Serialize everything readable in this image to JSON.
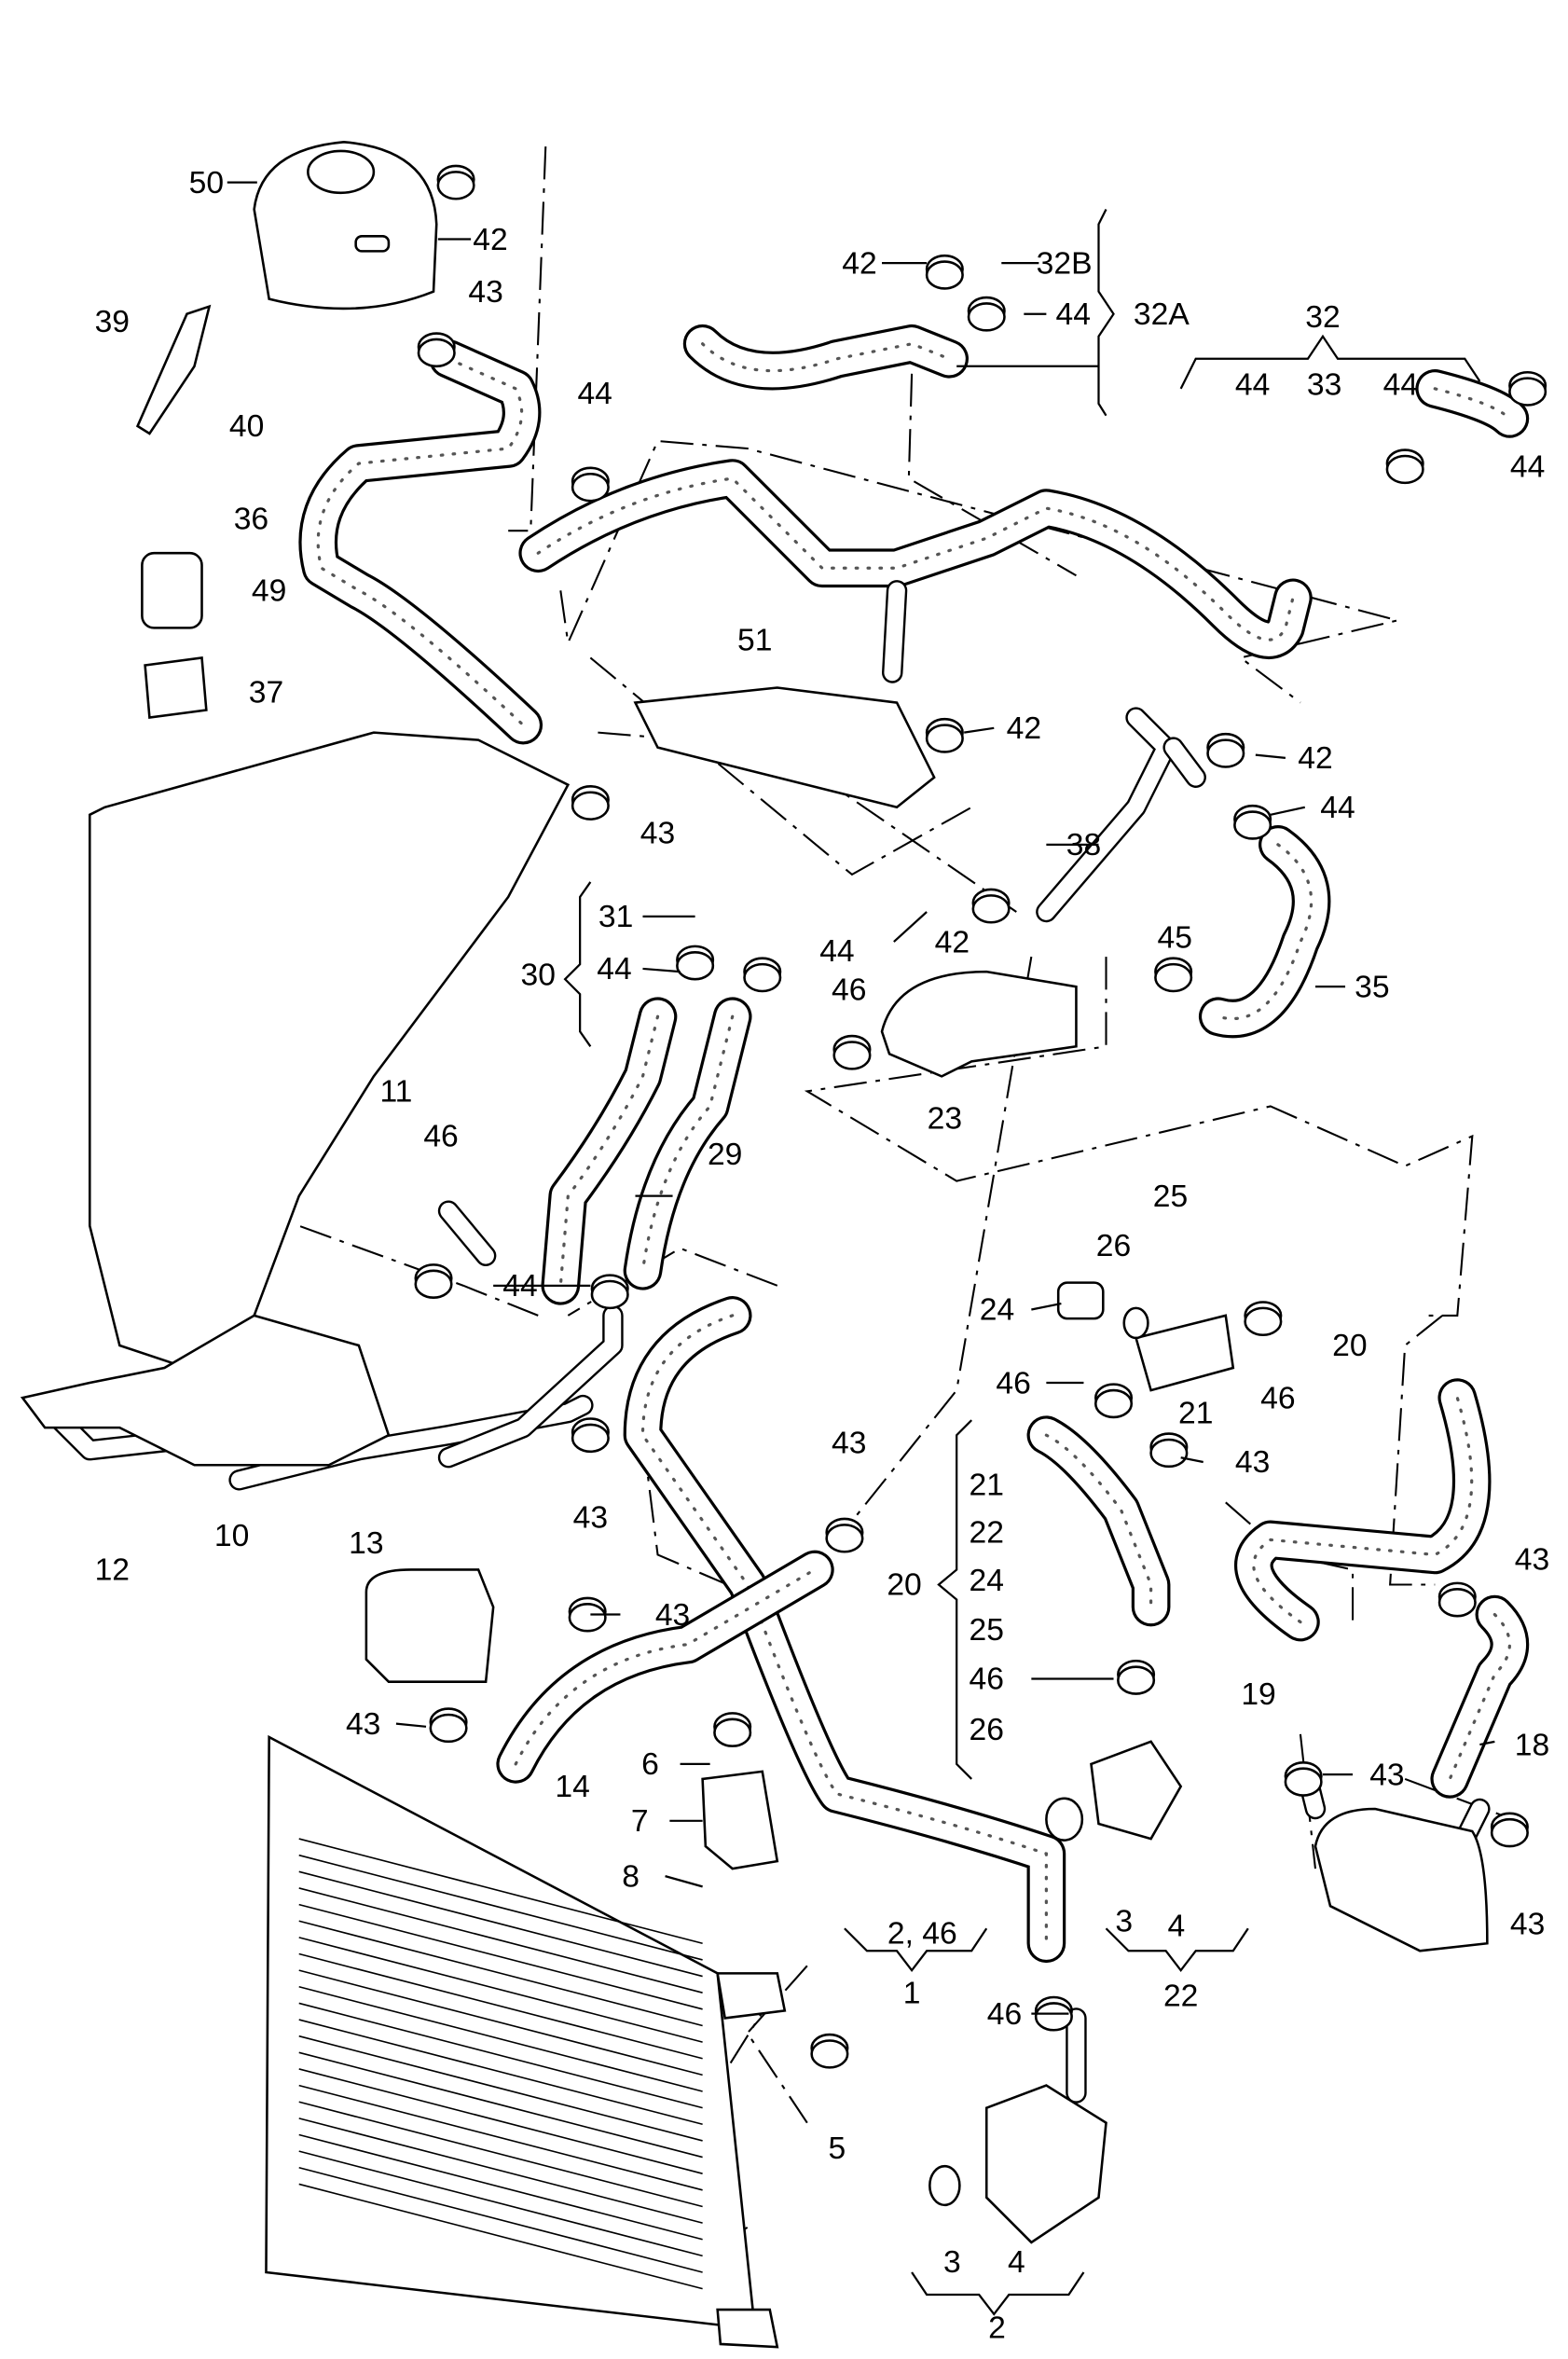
{
  "diagram": {
    "type": "exploded parts diagram - coolant hoses",
    "line_color": "#000000",
    "background": "#ffffff",
    "labels": [
      "50",
      "42",
      "43",
      "39",
      "40",
      "36",
      "49",
      "37",
      "42",
      "32B",
      "44",
      "32A",
      "32",
      "44",
      "33",
      "44",
      "44",
      "44",
      "51",
      "42",
      "42",
      "44",
      "43",
      "38",
      "31",
      "30",
      "44",
      "44",
      "45",
      "35",
      "42",
      "46",
      "23",
      "11",
      "29",
      "46",
      "25",
      "26",
      "24",
      "20",
      "44",
      "46",
      "21",
      "46",
      "43",
      "43",
      "43",
      "12",
      "10",
      "13",
      "21",
      "22",
      "24",
      "25",
      "46",
      "26",
      "20",
      "19",
      "43",
      "43",
      "43",
      "14",
      "6",
      "7",
      "8",
      "18",
      "43",
      "3",
      "4",
      "22",
      "2, 46",
      "1",
      "43",
      "46",
      "5",
      "3",
      "4",
      "2"
    ]
  }
}
